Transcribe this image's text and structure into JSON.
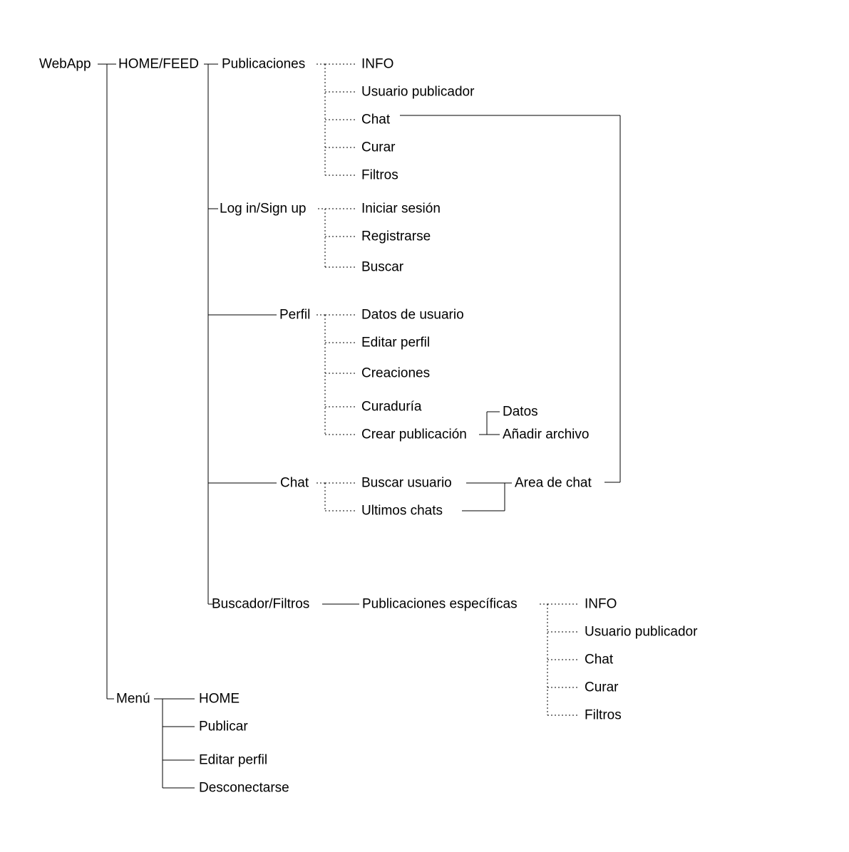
{
  "diagram": {
    "title": "WebApp sitemap",
    "type": "tree-sitemap",
    "background_color": "#ffffff",
    "line_color": "#000000",
    "text_color": "#000000"
  },
  "nodes": {
    "webapp": "WebApp",
    "home_feed": "HOME/FEED",
    "publicaciones": "Publicaciones",
    "pub_info": "INFO",
    "pub_usuario_publicador": "Usuario publicador",
    "pub_chat": "Chat",
    "pub_curar": "Curar",
    "pub_filtros": "Filtros",
    "login_signup": "Log in/Sign up",
    "login_iniciar_sesion": "Iniciar sesión",
    "login_registrarse": "Registrarse",
    "login_buscar": "Buscar",
    "perfil": "Perfil",
    "perfil_datos_de_usuario": "Datos de usuario",
    "perfil_editar_perfil": "Editar perfil",
    "perfil_creaciones": "Creaciones",
    "perfil_curaduria": "Curaduría",
    "perfil_crear_publicacion": "Crear publicación",
    "crear_datos": "Datos",
    "crear_anadir_archivo": "Añadir archivo",
    "chat": "Chat",
    "chat_buscar_usuario": "Buscar usuario",
    "chat_ultimos_chats": "Ultimos chats",
    "chat_area_de_chat": "Area de chat",
    "buscador_filtros": "Buscador/Filtros",
    "publicaciones_especificas": "Publicaciones específicas",
    "esp_info": "INFO",
    "esp_usuario_publicador": "Usuario publicador",
    "esp_chat": "Chat",
    "esp_curar": "Curar",
    "esp_filtros": "Filtros",
    "menu": "Menú",
    "menu_home": "HOME",
    "menu_publicar": "Publicar",
    "menu_editar_perfil": "Editar perfil",
    "menu_desconectarse": "Desconectarse"
  }
}
